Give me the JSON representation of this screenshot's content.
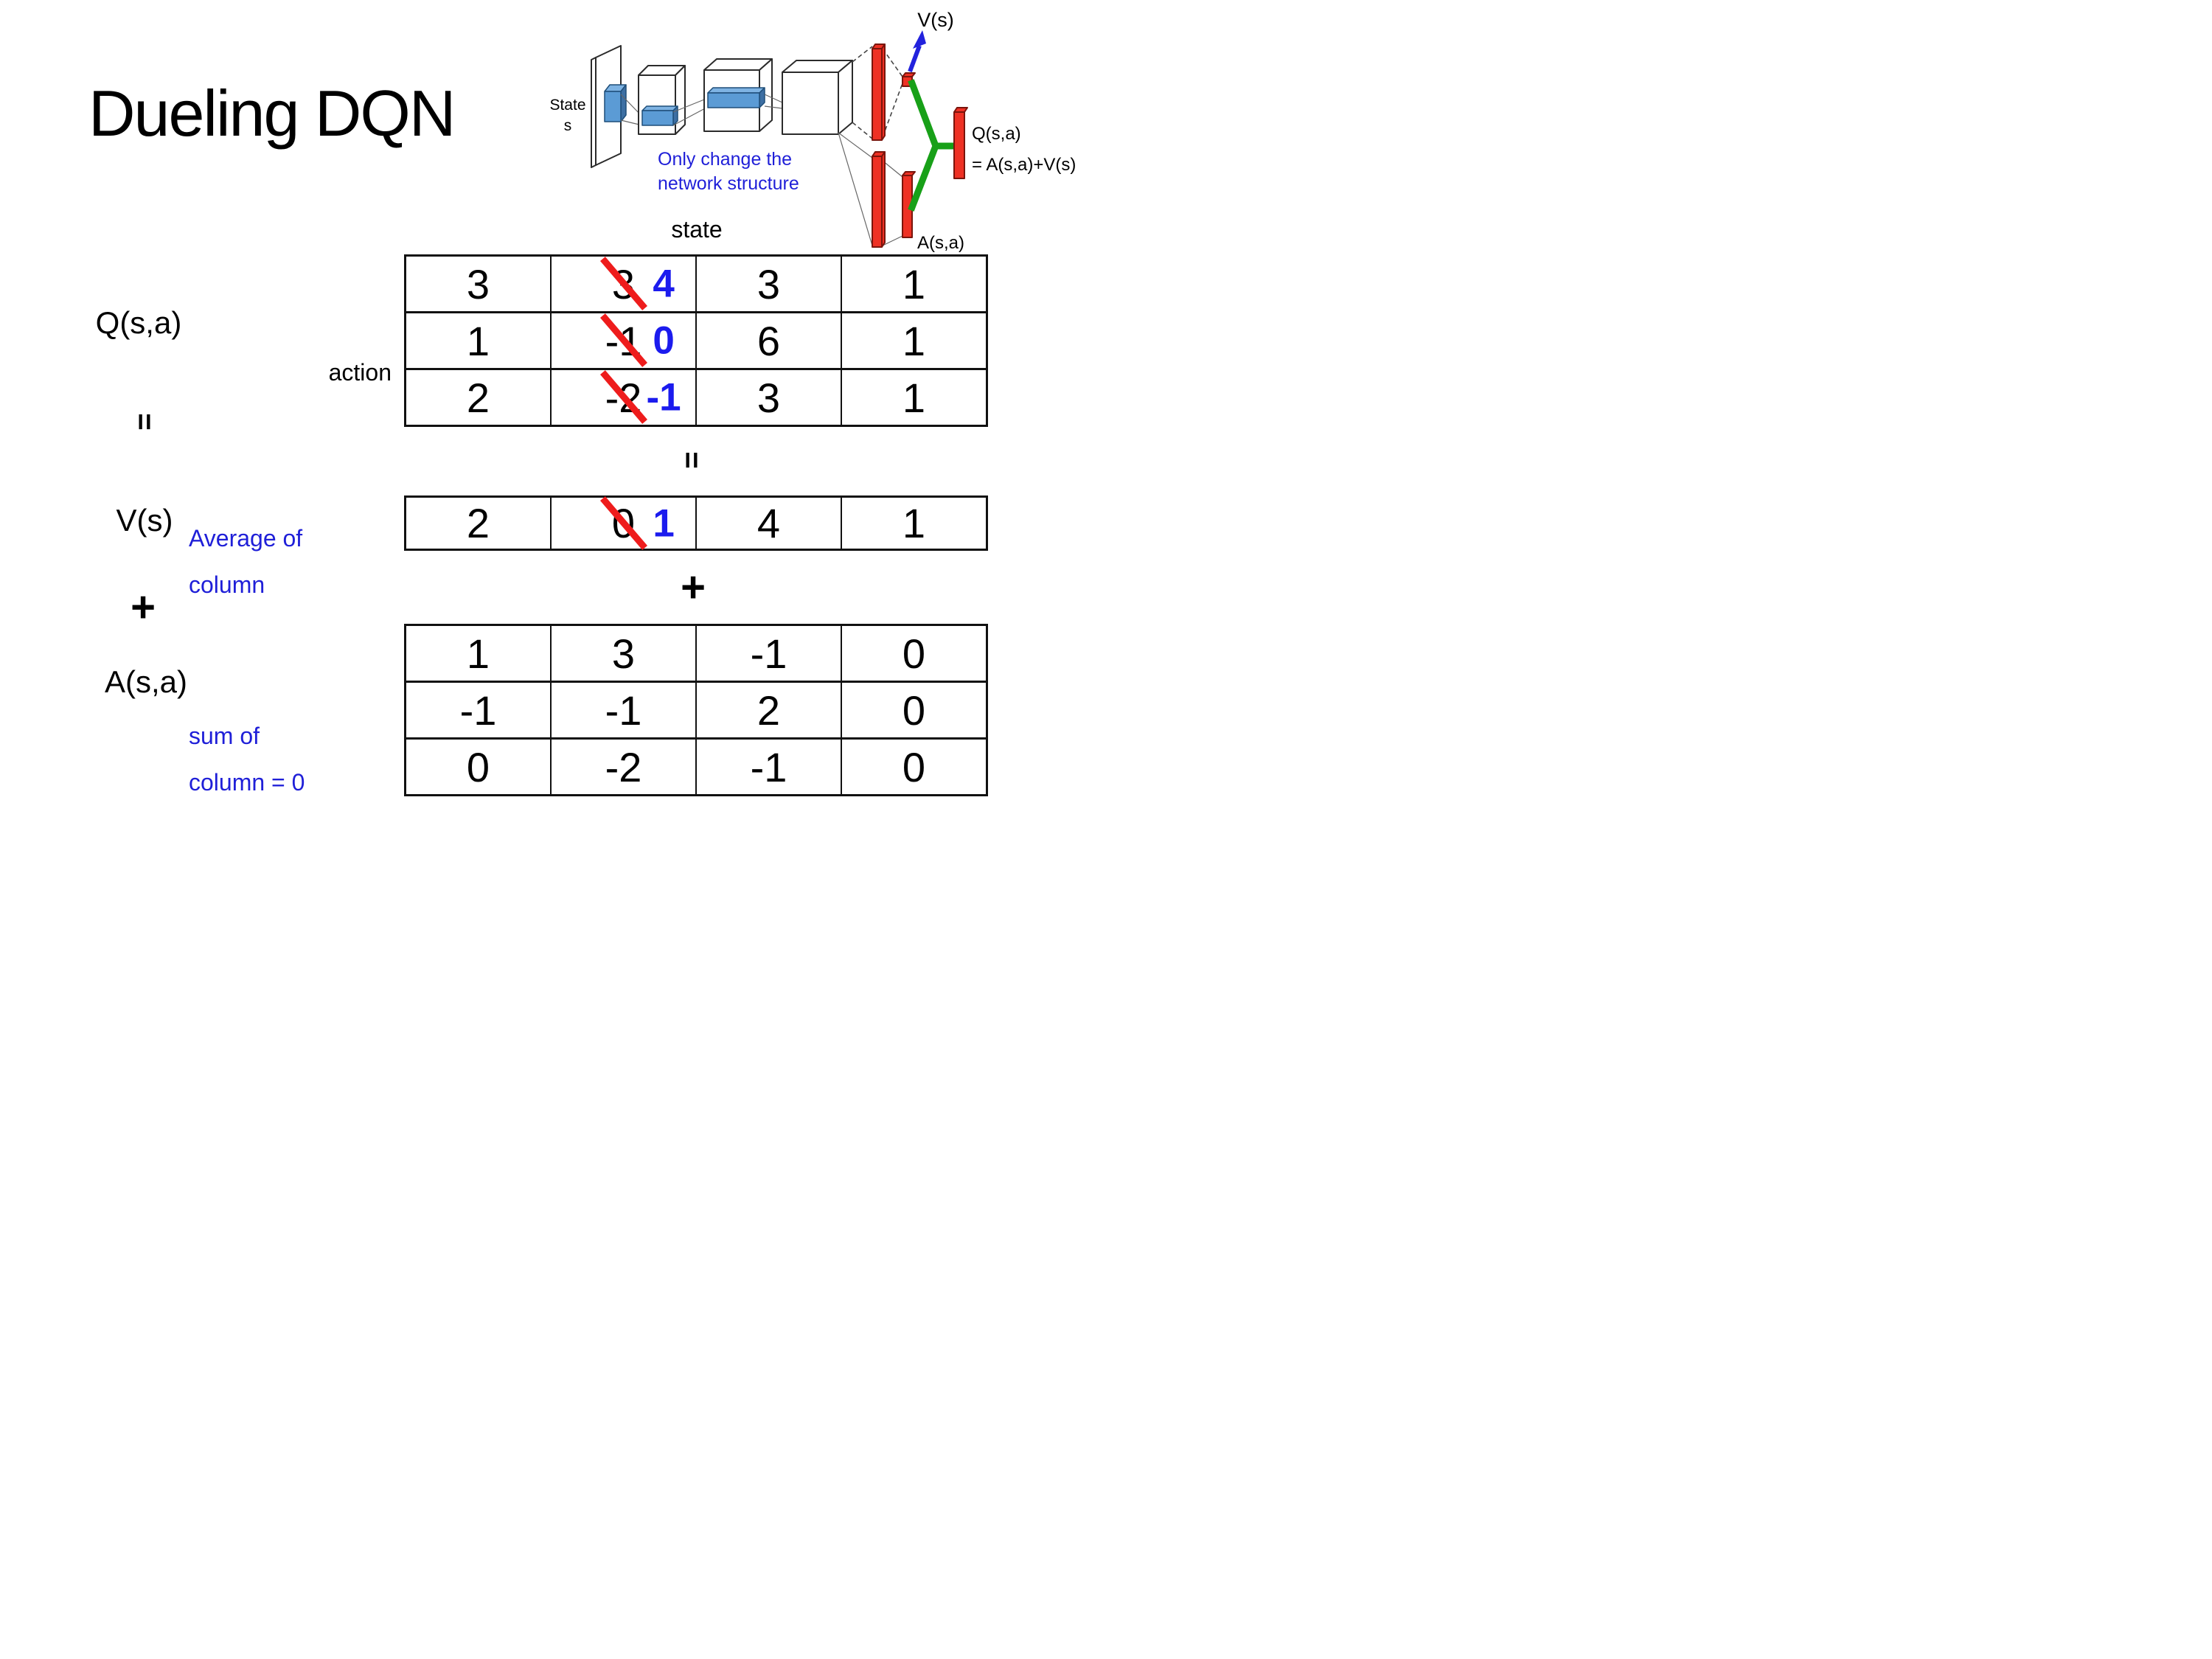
{
  "title": "Dueling DQN",
  "labels": {
    "q": "Q(s,a)",
    "equals_left": "=",
    "v": "V(s)",
    "plus_left": "+",
    "a": "A(s,a)",
    "equals_center": "=",
    "plus_center": "+",
    "state_header": "state",
    "action_header": "action",
    "avg_note_line1": "Average of",
    "avg_note_line2": "column",
    "sum_note_line1": "sum of",
    "sum_note_line2": "column = 0"
  },
  "diagram": {
    "state_line1": "State",
    "state_line2": "s",
    "vs_label": "V(s)",
    "qsa_label": "Q(s,a)",
    "qsa_formula": "= A(s,a)+V(s)",
    "asa_label": "A(s,a)",
    "note_line1": "Only change the",
    "note_line2": "network structure"
  },
  "tables": {
    "q": {
      "name": "Q(s,a)",
      "rows": [
        [
          {
            "value": "3"
          },
          {
            "value": "3",
            "replaced": "4"
          },
          {
            "value": "3"
          },
          {
            "value": "1"
          }
        ],
        [
          {
            "value": "1"
          },
          {
            "value": "-1",
            "replaced": "0"
          },
          {
            "value": "6"
          },
          {
            "value": "1"
          }
        ],
        [
          {
            "value": "2"
          },
          {
            "value": "-2",
            "replaced": "-1"
          },
          {
            "value": "3"
          },
          {
            "value": "1"
          }
        ]
      ]
    },
    "v": {
      "name": "V(s)",
      "rows": [
        [
          {
            "value": "2"
          },
          {
            "value": "0",
            "replaced": "1"
          },
          {
            "value": "4"
          },
          {
            "value": "1"
          }
        ]
      ]
    },
    "a": {
      "name": "A(s,a)",
      "rows": [
        [
          {
            "value": "1"
          },
          {
            "value": "3"
          },
          {
            "value": "-1"
          },
          {
            "value": "0"
          }
        ],
        [
          {
            "value": "-1"
          },
          {
            "value": "-1"
          },
          {
            "value": "2"
          },
          {
            "value": "0"
          }
        ],
        [
          {
            "value": "0"
          },
          {
            "value": "-2"
          },
          {
            "value": "-1"
          },
          {
            "value": "0"
          }
        ]
      ]
    }
  },
  "colors": {
    "strike_red": "#ee1c1c",
    "replacement_blue": "#1b1bee",
    "note_blue": "#1f1fd8",
    "bar_red": "#ee3124",
    "box_blue": "#5b9bd5",
    "merge_green": "#18a018",
    "arrow_blue": "#2222dd"
  }
}
